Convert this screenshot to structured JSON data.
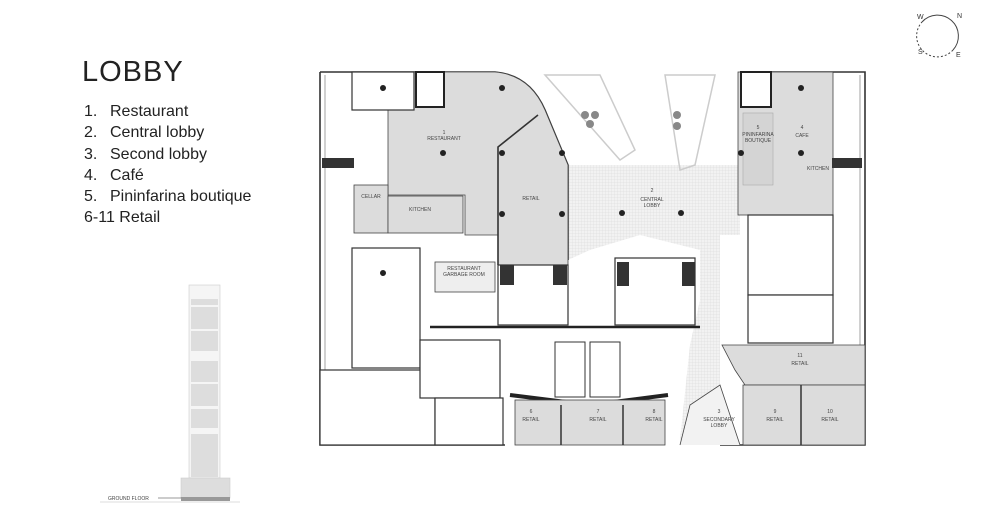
{
  "title": "LOBBY",
  "legend": [
    {
      "num": "1.",
      "label": "Restaurant"
    },
    {
      "num": "2.",
      "label": "Central lobby"
    },
    {
      "num": "3.",
      "label": "Second lobby"
    },
    {
      "num": "4.",
      "label": "Café"
    },
    {
      "num": "5.",
      "label": "Pininfarina boutique"
    },
    {
      "num": "",
      "label": "6-11 Retail"
    }
  ],
  "compass": {
    "n": "N",
    "e": "E",
    "s": "S",
    "w": "W"
  },
  "elevation": {
    "label": "GROUND FLOOR"
  },
  "plan": {
    "restaurant": {
      "num": "1",
      "name": "RESTAURANT"
    },
    "retail_nw": {
      "name": "RETAIL"
    },
    "cellar": {
      "name": "CELLAR"
    },
    "kitchen_w": {
      "name": "KITCHEN"
    },
    "garbage": {
      "line1": "RESTAURANT",
      "line2": "GARBAGE ROOM"
    },
    "central_lobby": {
      "num": "2",
      "line1": "CENTRAL",
      "line2": "LOBBY"
    },
    "boutique": {
      "num": "5",
      "line1": "PININFARINA",
      "line2": "BOUTIQUE"
    },
    "cafe": {
      "num": "4",
      "name": "CAFE"
    },
    "kitchen_e": {
      "name": "KITCHEN"
    },
    "retail_11": {
      "num": "11",
      "name": "RETAIL"
    },
    "retail_6": {
      "num": "6",
      "name": "RETAIL"
    },
    "retail_7": {
      "num": "7",
      "name": "RETAIL"
    },
    "retail_8": {
      "num": "8",
      "name": "RETAIL"
    },
    "secondary_lobby": {
      "num": "3",
      "line1": "SECONDARY",
      "line2": "LOBBY"
    },
    "retail_9": {
      "num": "9",
      "name": "RETAIL"
    },
    "retail_10": {
      "num": "10",
      "name": "RETAIL"
    }
  }
}
